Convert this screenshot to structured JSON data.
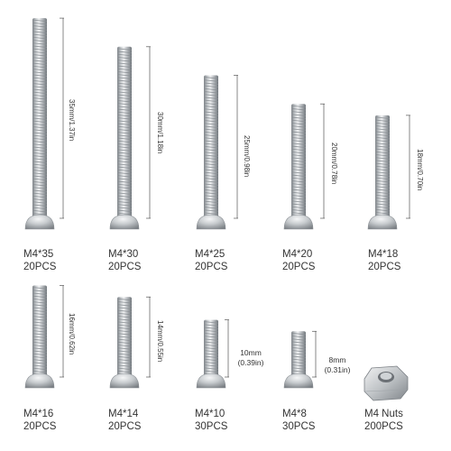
{
  "screws": [
    {
      "name": "M4*35",
      "qty": "20PCS",
      "length_mm": 35,
      "dim_text": "35mm/1.37in",
      "dim_style": "vertical"
    },
    {
      "name": "M4*30",
      "qty": "20PCS",
      "length_mm": 30,
      "dim_text": "30mm/1.18in",
      "dim_style": "vertical"
    },
    {
      "name": "M4*25",
      "qty": "20PCS",
      "length_mm": 25,
      "dim_text": "25mm/0.98in",
      "dim_style": "vertical"
    },
    {
      "name": "M4*20",
      "qty": "20PCS",
      "length_mm": 20,
      "dim_text": "20mm/0.78in",
      "dim_style": "vertical"
    },
    {
      "name": "M4*18",
      "qty": "20PCS",
      "length_mm": 18,
      "dim_text": "18mm/0.70in",
      "dim_style": "vertical"
    },
    {
      "name": "M4*16",
      "qty": "20PCS",
      "length_mm": 16,
      "dim_text": "16mm/0.62in",
      "dim_style": "vertical"
    },
    {
      "name": "M4*14",
      "qty": "20PCS",
      "length_mm": 14,
      "dim_text": "14mm/0.55in",
      "dim_style": "vertical"
    },
    {
      "name": "M4*10",
      "qty": "30PCS",
      "length_mm": 10,
      "dim_text": "10mm",
      "dim_text2": "(0.39in)",
      "dim_style": "horizontal"
    },
    {
      "name": "M4*8",
      "qty": "30PCS",
      "length_mm": 8,
      "dim_text": "8mm",
      "dim_text2": "(0.31in)",
      "dim_style": "horizontal"
    }
  ],
  "nut": {
    "name": "M4 Nuts",
    "qty": "200PCS"
  },
  "colors": {
    "steel_light": "#e8eaeb",
    "steel_mid": "#b9bdc0",
    "steel_dark": "#7d8287",
    "text": "#333333"
  }
}
